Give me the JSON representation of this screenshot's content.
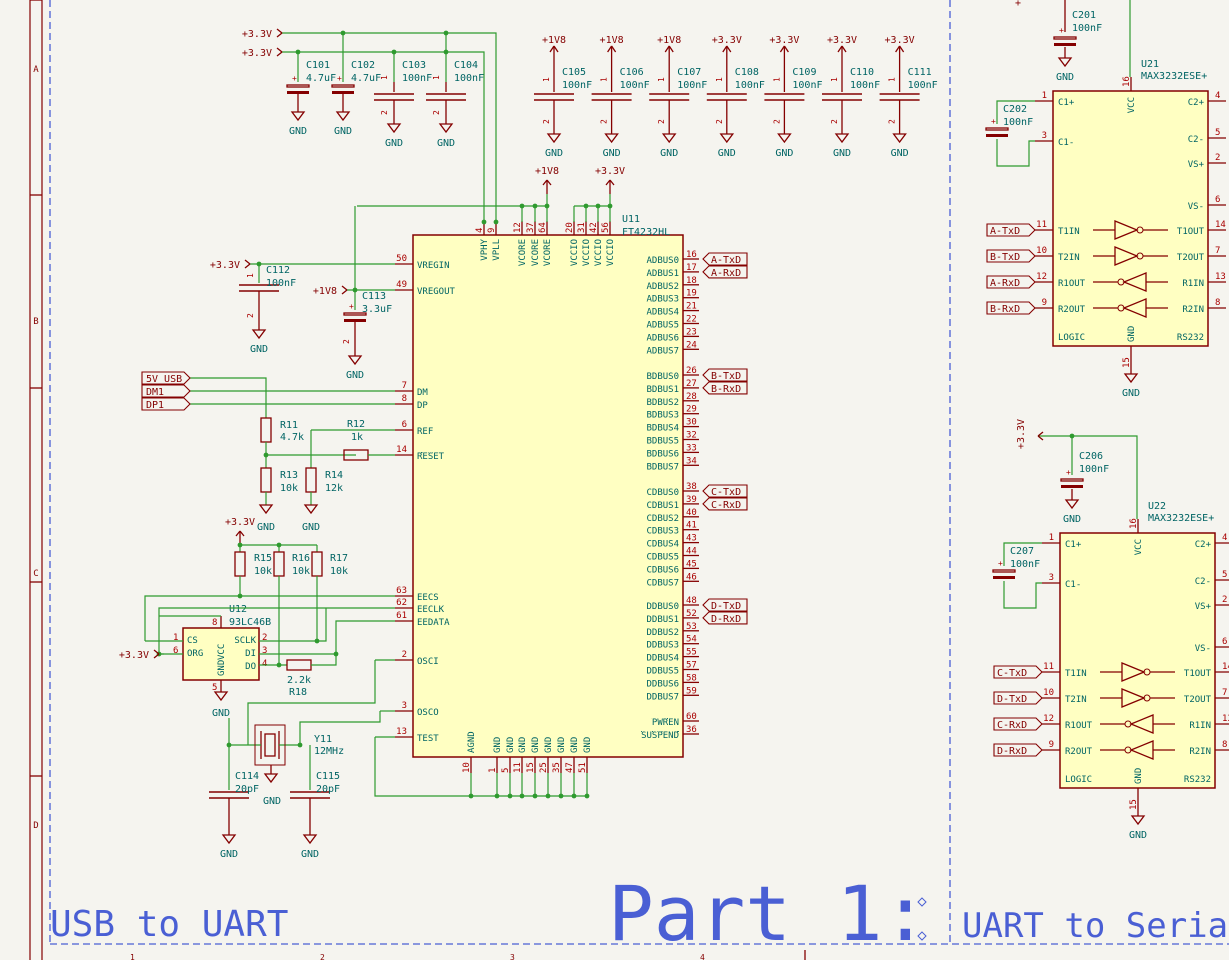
{
  "colors": {
    "background": "#f5f4ef",
    "wire": "#2f9a2f",
    "junction": "#2f9a2f",
    "symbol": "#840000",
    "body_fill": "#ffffc2",
    "pin_text": "#a90000",
    "ref_text": "#006464",
    "net_text": "#006464",
    "power_text": "#840000",
    "frame": "#840000",
    "border_dash": "#4a5fd4",
    "big_text": "#4a5fd4"
  },
  "frame": {
    "row_labels": [
      "A",
      "B",
      "C",
      "D"
    ],
    "column_labels": [
      "1",
      "2",
      "3",
      "4"
    ]
  },
  "big_text": {
    "section_left": "USB to UART",
    "part_title": "Part 1:",
    "section_right": "UART to Seria"
  },
  "power": {
    "v33": "+3.3V",
    "v18": "+1V8",
    "gnd": "GND"
  },
  "bulk_caps": [
    {
      "ref": "C101",
      "value": "4.7uF"
    },
    {
      "ref": "C102",
      "value": "4.7uF"
    },
    {
      "ref": "C103",
      "value": "100nF"
    },
    {
      "ref": "C104",
      "value": "100nF"
    }
  ],
  "decoupling_caps": [
    {
      "ref": "C105",
      "value": "100nF",
      "rail": "+1V8"
    },
    {
      "ref": "C106",
      "value": "100nF",
      "rail": "+1V8"
    },
    {
      "ref": "C107",
      "value": "100nF",
      "rail": "+1V8"
    },
    {
      "ref": "C108",
      "value": "100nF",
      "rail": "+3.3V"
    },
    {
      "ref": "C109",
      "value": "100nF",
      "rail": "+3.3V"
    },
    {
      "ref": "C110",
      "value": "100nF",
      "rail": "+3.3V"
    },
    {
      "ref": "C111",
      "value": "100nF",
      "rail": "+3.3V"
    }
  ],
  "pin_numbers": {
    "one": "1",
    "two": "2"
  },
  "ft": {
    "ref": "U11",
    "part": "FT4232HL",
    "top_pins": [
      {
        "name": "VPHY",
        "num": "4"
      },
      {
        "name": "VPLL",
        "num": "9"
      },
      {
        "name": "VCORE",
        "num": "12"
      },
      {
        "name": "VCORE",
        "num": "37"
      },
      {
        "name": "VCORE",
        "num": "64"
      },
      {
        "name": "VCCIO",
        "num": "20"
      },
      {
        "name": "VCCIO",
        "num": "31"
      },
      {
        "name": "VCCIO",
        "num": "42"
      },
      {
        "name": "VCCIO",
        "num": "56"
      }
    ],
    "left_pins": [
      {
        "name": "VREGIN",
        "num": "50"
      },
      {
        "name": "VREGOUT",
        "num": "49"
      },
      {
        "name": "DM",
        "num": "7"
      },
      {
        "name": "DP",
        "num": "8"
      },
      {
        "name": "REF",
        "num": "6"
      },
      {
        "name": "RESET",
        "num": "14"
      },
      {
        "name": "EECS",
        "num": "63"
      },
      {
        "name": "EECLK",
        "num": "62"
      },
      {
        "name": "EEDATA",
        "num": "61"
      },
      {
        "name": "OSCI",
        "num": "2"
      },
      {
        "name": "OSCO",
        "num": "3"
      },
      {
        "name": "TEST",
        "num": "13"
      }
    ],
    "right_pins": [
      {
        "name": "ADBUS0",
        "num": "16"
      },
      {
        "name": "ADBUS1",
        "num": "17"
      },
      {
        "name": "ADBUS2",
        "num": "18"
      },
      {
        "name": "ADBUS3",
        "num": "19"
      },
      {
        "name": "ADBUS4",
        "num": "21"
      },
      {
        "name": "ADBUS5",
        "num": "22"
      },
      {
        "name": "ADBUS6",
        "num": "23"
      },
      {
        "name": "ADBUS7",
        "num": "24"
      },
      {
        "name": "BDBUS0",
        "num": "26"
      },
      {
        "name": "BDBUS1",
        "num": "27"
      },
      {
        "name": "BDBUS2",
        "num": "28"
      },
      {
        "name": "BDBUS3",
        "num": "29"
      },
      {
        "name": "BDBUS4",
        "num": "30"
      },
      {
        "name": "BDBUS5",
        "num": "32"
      },
      {
        "name": "BDBUS6",
        "num": "33"
      },
      {
        "name": "BDBUS7",
        "num": "34"
      },
      {
        "name": "CDBUS0",
        "num": "38"
      },
      {
        "name": "CDBUS1",
        "num": "39"
      },
      {
        "name": "CDBUS2",
        "num": "40"
      },
      {
        "name": "CDBUS3",
        "num": "41"
      },
      {
        "name": "CDBUS4",
        "num": "43"
      },
      {
        "name": "CDBUS5",
        "num": "44"
      },
      {
        "name": "CDBUS6",
        "num": "45"
      },
      {
        "name": "CDBUS7",
        "num": "46"
      },
      {
        "name": "DDBUS0",
        "num": "48"
      },
      {
        "name": "DDBUS1",
        "num": "52"
      },
      {
        "name": "DDBUS2",
        "num": "53"
      },
      {
        "name": "DDBUS3",
        "num": "54"
      },
      {
        "name": "DDBUS4",
        "num": "55"
      },
      {
        "name": "DDBUS5",
        "num": "57"
      },
      {
        "name": "DDBUS6",
        "num": "58"
      },
      {
        "name": "DDBUS7",
        "num": "59"
      },
      {
        "name": "PWREN",
        "num": "60"
      },
      {
        "name": "SUSPEND",
        "num": "36"
      }
    ],
    "bottom_pins": [
      {
        "name": "AGND",
        "num": "10"
      },
      {
        "name": "GND",
        "num": "1"
      },
      {
        "name": "GND",
        "num": "5"
      },
      {
        "name": "GND",
        "num": "11"
      },
      {
        "name": "GND",
        "num": "15"
      },
      {
        "name": "GND",
        "num": "25"
      },
      {
        "name": "GND",
        "num": "35"
      },
      {
        "name": "GND",
        "num": "47"
      },
      {
        "name": "GND",
        "num": "51"
      }
    ]
  },
  "ft_bus_labels": [
    {
      "text": "A-TxD",
      "pin": "ADBUS0"
    },
    {
      "text": "A-RxD",
      "pin": "ADBUS1"
    },
    {
      "text": "B-TxD",
      "pin": "BDBUS0"
    },
    {
      "text": "B-RxD",
      "pin": "BDBUS1"
    },
    {
      "text": "C-TxD",
      "pin": "CDBUS0"
    },
    {
      "text": "C-RxD",
      "pin": "CDBUS1"
    },
    {
      "text": "D-TxD",
      "pin": "DDBUS0"
    },
    {
      "text": "D-RxD",
      "pin": "DDBUS1"
    }
  ],
  "usb_labels": [
    "5V_USB",
    "DM1",
    "DP1"
  ],
  "parts": {
    "c112": {
      "ref": "C112",
      "value": "100nF"
    },
    "c113": {
      "ref": "C113",
      "value": "3.3uF"
    },
    "r11": {
      "ref": "R11",
      "value": "4.7k"
    },
    "r12": {
      "ref": "R12",
      "value": "1k"
    },
    "r13": {
      "ref": "R13",
      "value": "10k"
    },
    "r14": {
      "ref": "R14",
      "value": "12k"
    },
    "r15": {
      "ref": "R15",
      "value": "10k"
    },
    "r16": {
      "ref": "R16",
      "value": "10k"
    },
    "r17": {
      "ref": "R17",
      "value": "10k"
    },
    "r18": {
      "ref": "R18",
      "value": "2.2k"
    },
    "c114": {
      "ref": "C114",
      "value": "20pF"
    },
    "c115": {
      "ref": "C115",
      "value": "20pF"
    },
    "y11": {
      "ref": "Y11",
      "value": "12MHz"
    }
  },
  "eeprom": {
    "ref": "U12",
    "part": "93LC46B",
    "pins": [
      {
        "name": "CS",
        "num": "1"
      },
      {
        "name": "ORG",
        "num": "6"
      },
      {
        "name": "VCC",
        "num": "8"
      },
      {
        "name": "SCLK",
        "num": "2"
      },
      {
        "name": "DI",
        "num": "3"
      },
      {
        "name": "DO",
        "num": "4"
      },
      {
        "name": "GND",
        "num": "5"
      }
    ]
  },
  "max_chips": [
    {
      "ref": "U21",
      "part": "MAX3232ESE+",
      "top_cap": {
        "ref": "C201",
        "value": "100nF"
      },
      "flying_cap": {
        "ref": "C202",
        "value": "100nF"
      },
      "in_labels": [
        "A-TxD",
        "B-TxD"
      ],
      "out_labels": [
        "A-RxD",
        "B-RxD"
      ]
    },
    {
      "ref": "U22",
      "part": "MAX3232ESE+",
      "top_cap": {
        "ref": "C206",
        "value": "100nF"
      },
      "flying_cap": {
        "ref": "C207",
        "value": "100nF"
      },
      "in_labels": [
        "C-TxD",
        "D-TxD"
      ],
      "out_labels": [
        "C-RxD",
        "D-RxD"
      ]
    }
  ],
  "max_pins": {
    "c1p": {
      "name": "C1+",
      "num": "1"
    },
    "c1m": {
      "name": "C1-",
      "num": "3"
    },
    "vcc": {
      "name": "VCC",
      "num": "16"
    },
    "gnd": {
      "name": "GND",
      "num": "15"
    },
    "t1in": {
      "name": "T1IN",
      "num": "11"
    },
    "t2in": {
      "name": "T2IN",
      "num": "10"
    },
    "r1out": {
      "name": "R1OUT",
      "num": "12"
    },
    "r2out": {
      "name": "R2OUT",
      "num": "9"
    },
    "logic": "LOGIC",
    "rs232": "RS232",
    "right_pins": [
      {
        "name": "C2+",
        "num": "4"
      },
      {
        "name": "C2-",
        "num": "5"
      },
      {
        "name": "VS+",
        "num": "2"
      },
      {
        "name": "VS-",
        "num": "6"
      },
      {
        "name": "T1OUT",
        "num": "14"
      },
      {
        "name": "T2OUT",
        "num": "7"
      },
      {
        "name": "R1IN",
        "num": "13"
      },
      {
        "name": "R2IN",
        "num": "8"
      }
    ]
  }
}
